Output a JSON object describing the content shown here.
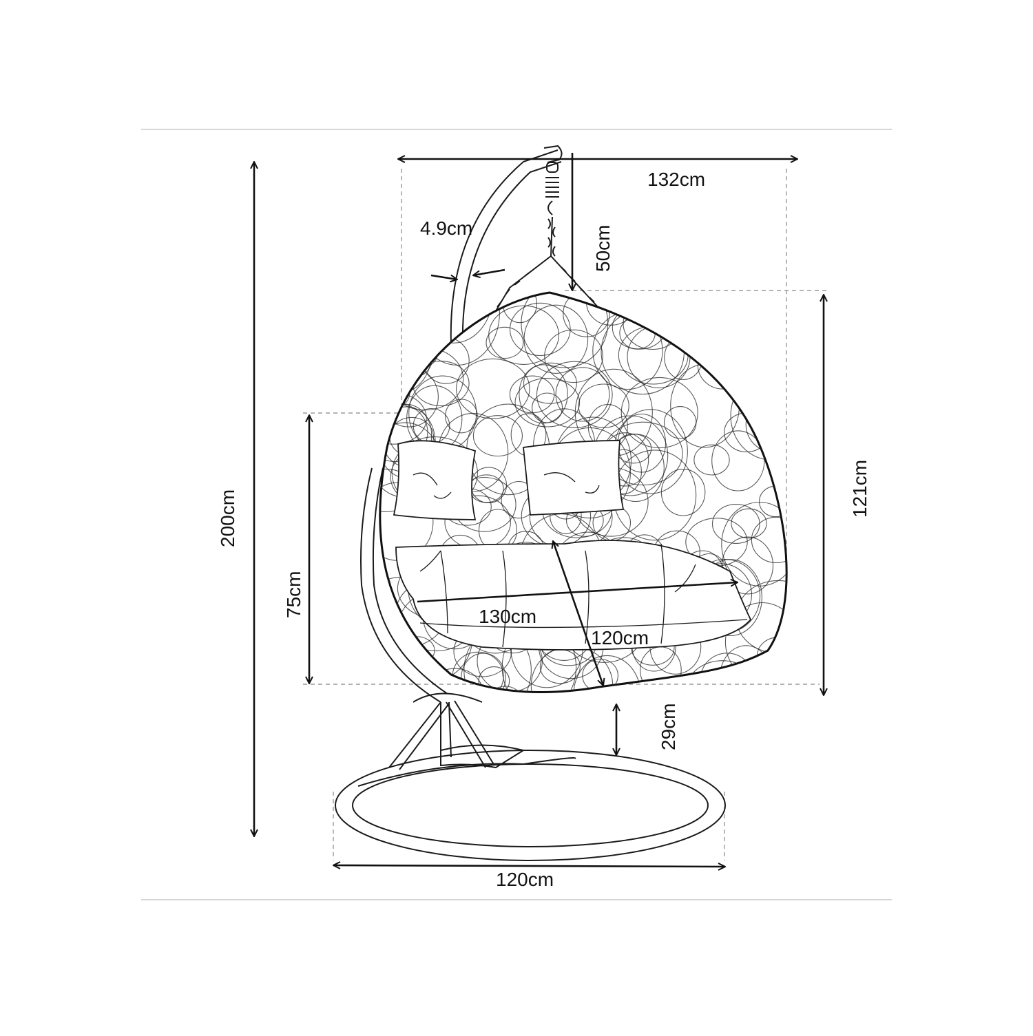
{
  "diagram": {
    "colors": {
      "line": "#111111",
      "guide": "#9a9a9a",
      "rule": "#d6d6d6",
      "background": "#ffffff"
    },
    "labels": {
      "top_width": "132cm",
      "pole_thickness": "4.9cm",
      "chain_length": "50cm",
      "total_height": "200cm",
      "pod_height": "121cm",
      "opening_height": "75cm",
      "seat_width": "130cm",
      "seat_depth": "120cm",
      "ground_clearance": "29cm",
      "base_width": "120cm"
    }
  }
}
